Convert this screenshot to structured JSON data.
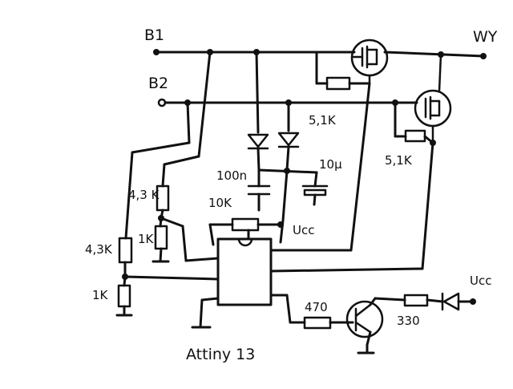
{
  "diagram": {
    "labels": {
      "b1": "B1",
      "b2": "B2",
      "wy": "WY",
      "r_q1": "5,1K",
      "r_q2": "5,1K",
      "c_100n": "100n",
      "c_10u": "10µ",
      "r_10k": "10K",
      "vcc_top": "Ucc",
      "vcc_bottom": "Ucc",
      "r_43k_top": "4,3 K",
      "r_1k_mid": "1K",
      "r_43k_left": "4,3K",
      "r_1k_left": "1K",
      "r_470": "470",
      "r_330": "330",
      "chip": "Attiny 13"
    }
  }
}
